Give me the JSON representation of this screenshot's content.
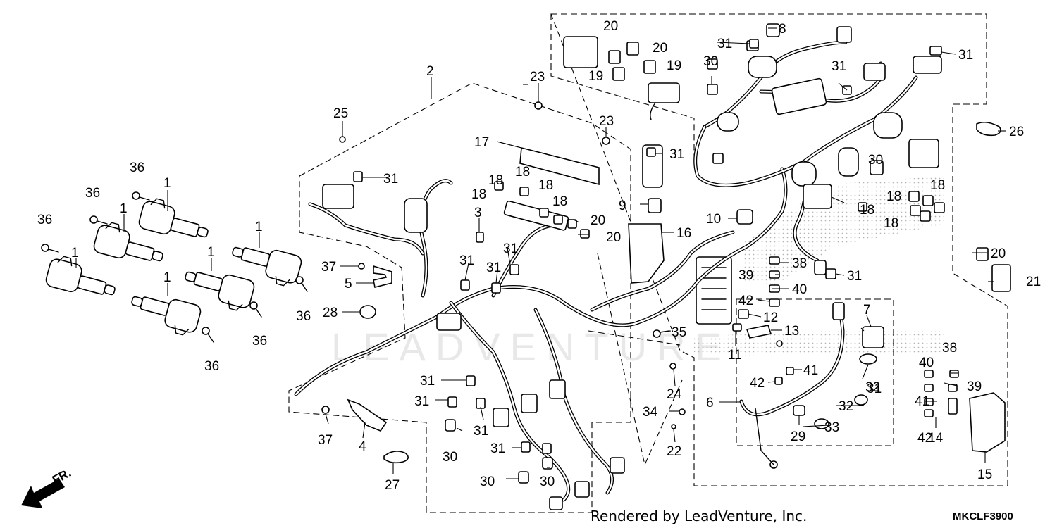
{
  "diagram": {
    "footer": {
      "rendered_by": "Rendered by LeadVenture, Inc.",
      "diagram_code": "MKCLF3900"
    },
    "direction_label": "FR.",
    "watermark": "LEADVENTURE",
    "callouts": [
      {
        "n": "1"
      },
      {
        "n": "1"
      },
      {
        "n": "1"
      },
      {
        "n": "1"
      },
      {
        "n": "1"
      },
      {
        "n": "1"
      },
      {
        "n": "2"
      },
      {
        "n": "3"
      },
      {
        "n": "4"
      },
      {
        "n": "5"
      },
      {
        "n": "6"
      },
      {
        "n": "7"
      },
      {
        "n": "8"
      },
      {
        "n": "9"
      },
      {
        "n": "10"
      },
      {
        "n": "11"
      },
      {
        "n": "12"
      },
      {
        "n": "13"
      },
      {
        "n": "14"
      },
      {
        "n": "15"
      },
      {
        "n": "16"
      },
      {
        "n": "17"
      },
      {
        "n": "18"
      },
      {
        "n": "18"
      },
      {
        "n": "18"
      },
      {
        "n": "18"
      },
      {
        "n": "18"
      },
      {
        "n": "18"
      },
      {
        "n": "18"
      },
      {
        "n": "18"
      },
      {
        "n": "18"
      },
      {
        "n": "19"
      },
      {
        "n": "19"
      },
      {
        "n": "20"
      },
      {
        "n": "20"
      },
      {
        "n": "20"
      },
      {
        "n": "20"
      },
      {
        "n": "20"
      },
      {
        "n": "21"
      },
      {
        "n": "22"
      },
      {
        "n": "23"
      },
      {
        "n": "23"
      },
      {
        "n": "24"
      },
      {
        "n": "25"
      },
      {
        "n": "26"
      },
      {
        "n": "27"
      },
      {
        "n": "28"
      },
      {
        "n": "29"
      },
      {
        "n": "30"
      },
      {
        "n": "30"
      },
      {
        "n": "30"
      },
      {
        "n": "30"
      },
      {
        "n": "30"
      },
      {
        "n": "31"
      },
      {
        "n": "31"
      },
      {
        "n": "31"
      },
      {
        "n": "31"
      },
      {
        "n": "31"
      },
      {
        "n": "31"
      },
      {
        "n": "31"
      },
      {
        "n": "31"
      },
      {
        "n": "31"
      },
      {
        "n": "31"
      },
      {
        "n": "31"
      },
      {
        "n": "31"
      },
      {
        "n": "31"
      },
      {
        "n": "31"
      },
      {
        "n": "32"
      },
      {
        "n": "32"
      },
      {
        "n": "33"
      },
      {
        "n": "34"
      },
      {
        "n": "35"
      },
      {
        "n": "36"
      },
      {
        "n": "36"
      },
      {
        "n": "36"
      },
      {
        "n": "36"
      },
      {
        "n": "36"
      },
      {
        "n": "36"
      },
      {
        "n": "37"
      },
      {
        "n": "37"
      },
      {
        "n": "38"
      },
      {
        "n": "38"
      },
      {
        "n": "39"
      },
      {
        "n": "39"
      },
      {
        "n": "40"
      },
      {
        "n": "40"
      },
      {
        "n": "41"
      },
      {
        "n": "41"
      },
      {
        "n": "42"
      },
      {
        "n": "42"
      },
      {
        "n": "42"
      }
    ]
  }
}
